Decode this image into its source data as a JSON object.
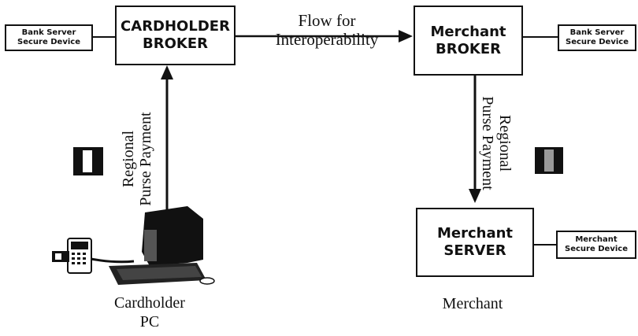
{
  "nodes": {
    "bank_left": {
      "line1": "Bank Server",
      "line2": "Secure Device"
    },
    "cardholder_broker": {
      "line1": "CARDHOLDER",
      "line2": "BROKER"
    },
    "merchant_broker": {
      "line1": "Merchant",
      "line2": "BROKER"
    },
    "bank_right": {
      "line1": "Bank Server",
      "line2": "Secure Device"
    },
    "merchant_server": {
      "line1": "Merchant",
      "line2": "SERVER"
    },
    "merchant_device": {
      "line1": "Merchant",
      "line2": "Secure Device"
    }
  },
  "labels": {
    "flow_line1": "Flow for",
    "flow_line2": "Interoperability",
    "left_vertical_line1": "Regional",
    "left_vertical_line2": "Purse Payment",
    "right_vertical_line1": "Regional",
    "right_vertical_line2": "Purse Payment",
    "cardholder_line1": "Cardholder",
    "cardholder_line2": "PC",
    "merchant": "Merchant"
  }
}
